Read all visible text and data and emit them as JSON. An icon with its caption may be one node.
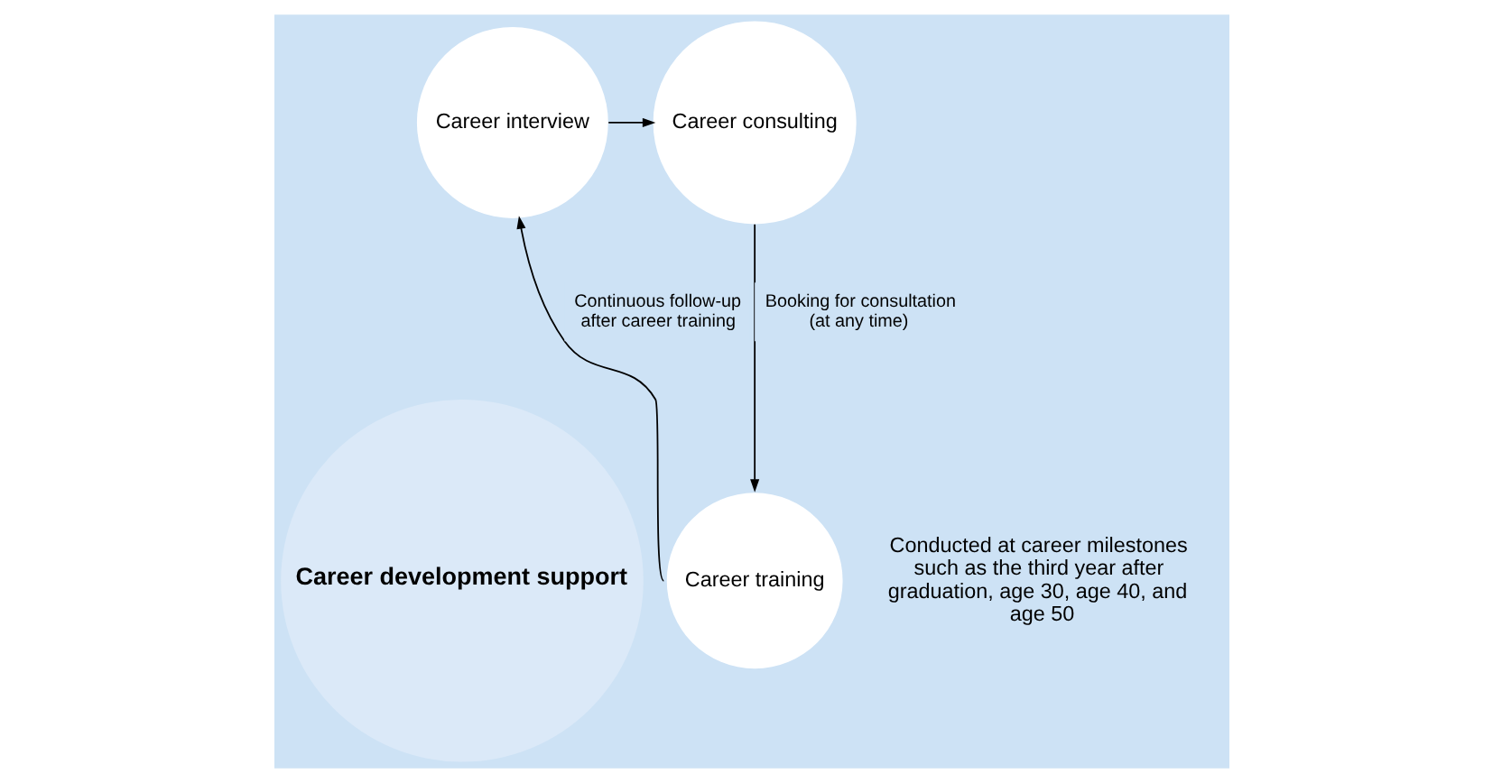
{
  "diagram": {
    "nodes": [
      {
        "text": [
          "Career development support"
        ]
      },
      {
        "text": [
          "Career interview"
        ]
      },
      {
        "text": [
          "Career consulting"
        ]
      },
      {
        "text": [
          "Career training"
        ],
        "beside": [
          "Conducted at career milestones such as the third year after graduation, age 30, age 40, and age 50"
        ]
      }
    ],
    "edges": [
      {
        "from": 1,
        "to": 2,
        "arrow": "to"
      },
      {
        "from": 2,
        "to": 3,
        "arrow": "to",
        "label": "Booking for consultation (at any time)"
      },
      {
        "from": 3,
        "to": 1,
        "arrow": "to",
        "label": "Continuous follow-up after career training"
      }
    ]
  }
}
